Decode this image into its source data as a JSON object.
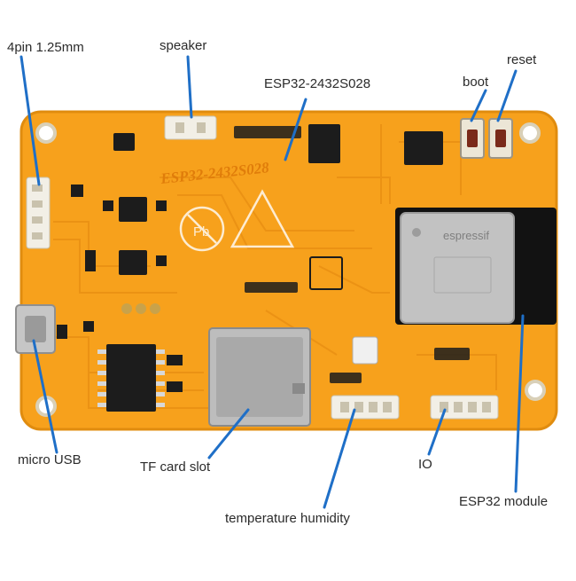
{
  "board": {
    "silkscreen": "ESP32-2432S028",
    "module_marking": "espressif",
    "colors": {
      "pcb": "#f7a11c",
      "pcb_edge": "#e08c0f",
      "trace": "#eb9214",
      "chip": "#1c1c1c",
      "metal": "#b8b8b8",
      "connector": "#f2efe6",
      "callout_line": "#1f6fc7"
    }
  },
  "labels": {
    "pin_connector": "4pin 1.25mm",
    "speaker": "speaker",
    "board_name": "ESP32-2432S028",
    "boot": "boot",
    "reset": "reset",
    "micro_usb": "micro USB",
    "tf_card": "TF card slot",
    "io": "IO",
    "temp_humidity": "temperature humidity",
    "esp32_module": "ESP32 module"
  }
}
